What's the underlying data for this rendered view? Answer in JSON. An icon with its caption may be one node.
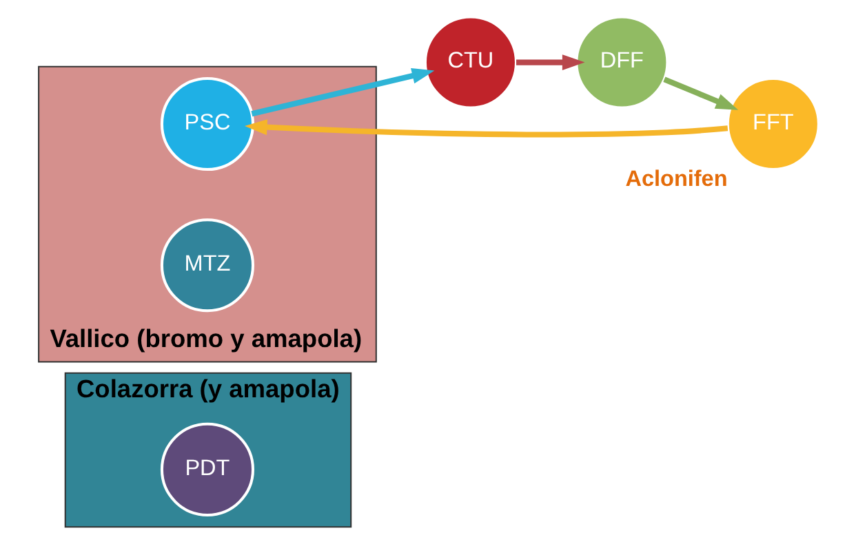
{
  "diagram": {
    "nodes": [
      {
        "text": [
          "Colazorra (y amapola)"
        ]
      },
      {
        "text": [
          "Vallico (bromo y amapola)"
        ]
      },
      {
        "text": [
          "CTU"
        ]
      },
      {
        "text": [
          "PSC"
        ],
        "in": 1
      },
      {
        "text": [
          "DFF"
        ]
      },
      {
        "text": [
          "FFT"
        ],
        "beside": [
          "Aclonifen"
        ]
      },
      {
        "text": [
          "MTZ"
        ],
        "in": 1
      },
      {
        "text": [
          "PDT"
        ],
        "in": 0
      }
    ],
    "edges": [
      {
        "from": 3,
        "to": 2,
        "arrow": "to",
        "color": "#2eb4d6"
      },
      {
        "from": 2,
        "to": 4,
        "arrow": "to",
        "color": "#b8474c"
      },
      {
        "from": 4,
        "to": 5,
        "arrow": "to",
        "color": "#86b05a"
      },
      {
        "from": 5,
        "to": 3,
        "arrow": "to",
        "color": "#f5b52a"
      }
    ]
  }
}
